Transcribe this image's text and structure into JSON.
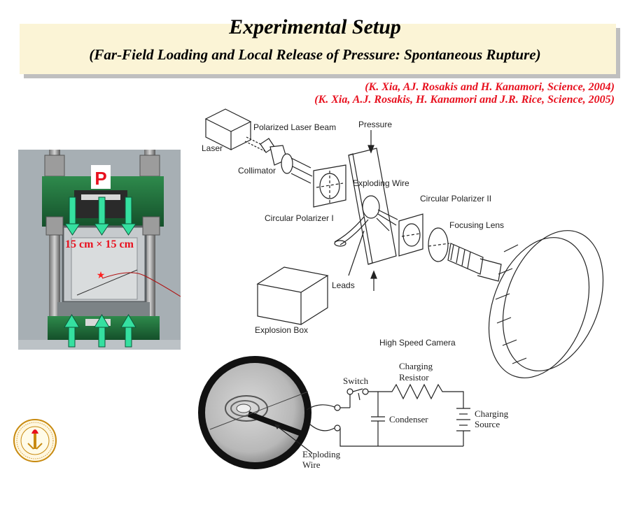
{
  "slide": {
    "title": "Experimental Setup",
    "subtitle": "(Far-Field Loading and Local Release of Pressure: Spontaneous Rupture)",
    "citations": [
      "(K. Xia, AJ. Rosakis and H. Kanamori, Science, 2004)",
      "(K. Xia, A.J. Rosakis, H. Kanamori and J.R. Rice, Science, 2005)"
    ]
  },
  "photo": {
    "load_label": "P",
    "size_label": "15 cm × 15 cm"
  },
  "setup_diagram": {
    "labels": {
      "laser": "Laser",
      "beam": "Polarized Laser Beam",
      "pressure": "Pressure",
      "collimator": "Collimator",
      "wire": "Exploding Wire",
      "polarizer_2": "Circular Polarizer II",
      "polarizer_1": "Circular Polarizer I",
      "lens": "Focusing Lens",
      "leads": "Leads",
      "box": "Explosion Box",
      "camera": "High Speed Camera"
    }
  },
  "circuit": {
    "labels": {
      "switch": "Switch",
      "resistor_line1": "Charging",
      "resistor_line2": "Resistor",
      "condenser": "Condenser",
      "source_line1": "Charging",
      "source_line2": "Source",
      "wire_line1": "Exploding",
      "wire_line2": "Wire"
    }
  },
  "colors": {
    "banner": "#fbf4d6",
    "citation": "#e8101e",
    "frame_green": "#1f6b3a",
    "arrow": "#35e0a0"
  }
}
